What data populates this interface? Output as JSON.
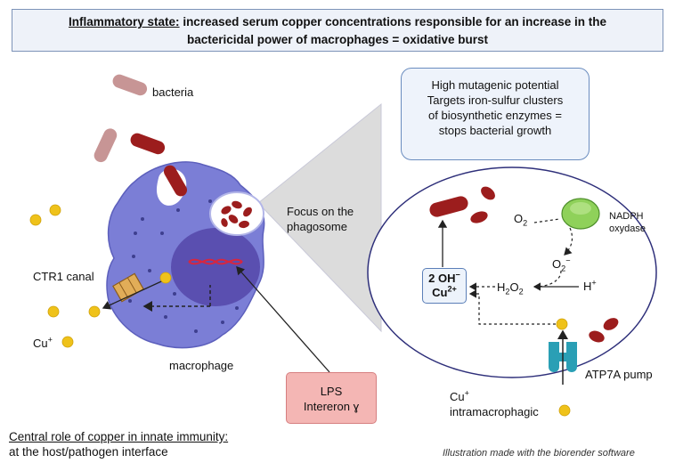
{
  "header": {
    "lead": "Inflammatory state:",
    "line1_rest": " increased serum copper concentrations responsible for an increase in the",
    "line2": "bactericidal power of macrophages = oxidative burst"
  },
  "labels": {
    "bacteria": "bacteria",
    "ctr1": "CTR1 canal",
    "cu_plus": "Cu",
    "cu_sup": "+",
    "macrophage": "macrophage",
    "focus_1": "Focus on the",
    "focus_2": "phagosome",
    "nadph_1": "NADPH",
    "nadph_2": "oxydase",
    "o2": "O",
    "o2_sub": "2",
    "o2m": "O",
    "o2m_sub": "2",
    "o2m_sup": "−",
    "h2o2_a": "H",
    "h2o2_b": "2",
    "h2o2_c": "O",
    "h2o2_d": "2",
    "hplus": "H",
    "hplus_sup": "+",
    "oh_1": "2 OH",
    "oh_sup": "−",
    "oh_2": "Cu",
    "oh_2_sup": "2+",
    "atp7a": "ATP7A pump",
    "cu_intra_1": "Cu",
    "cu_intra_sup": "+",
    "cu_intra_2": "intramacrophagic"
  },
  "infobox": {
    "line1": "High mutagenic potential",
    "line2": "Targets iron-sulfur clusters",
    "line3": "of biosynthetic enzymes =",
    "line4": "stops bacterial growth"
  },
  "lps": {
    "line1": "LPS",
    "line2": "Intereron ɣ"
  },
  "central": {
    "line1": "Central role of copper in innate immunity:",
    "line2": "at the host/pathogen interface"
  },
  "credit": "Illustration made with the biorender software",
  "colors": {
    "macrophage": "#7b7ed6",
    "nucleus": "#5a4fb0",
    "bacteria": "#9c1d1d",
    "bacteria_faded": "#c79595",
    "copper": "#efc21a",
    "nadph": "#8fd15a",
    "atp7a": "#2a9fb5",
    "lps_box": "#f4b6b4"
  }
}
